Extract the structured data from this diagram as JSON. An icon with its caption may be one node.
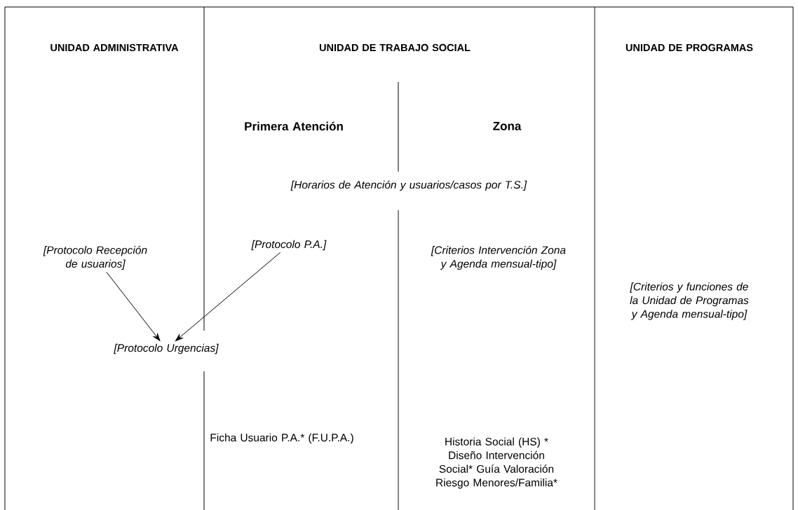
{
  "diagram": {
    "nodes": [
      {
        "text": [
          "[Protocolo Recepción de usuarios]"
        ]
      },
      {
        "text": [
          "[Protocolo P.A.]"
        ]
      },
      {
        "text": [
          "[Protocolo Urgencias]"
        ]
      }
    ],
    "edges": [
      {
        "from": 0,
        "to": 2,
        "arrow": "to"
      },
      {
        "from": 1,
        "to": 2,
        "arrow": "to"
      }
    ],
    "labels": [
      "UNIDAD ADMINISTRATIVA",
      "UNIDAD DE TRABAJO SOCIAL",
      "UNIDAD DE PROGRAMAS",
      "Primera Atención",
      "Zona",
      "[Horarios de Atención y usuarios/casos por T.S.]",
      "[Criterios Intervención Zona y Agenda mensual-tipo]",
      "[Criterios y funciones de la Unidad de Programas y Agenda mensual-tipo]",
      "Ficha Usuario P.A.* (F.U.P.A.)",
      "Historia Social (HS) * Diseño Intervención Social* Guía Valoración Riesgo Menores/Familia*"
    ]
  }
}
